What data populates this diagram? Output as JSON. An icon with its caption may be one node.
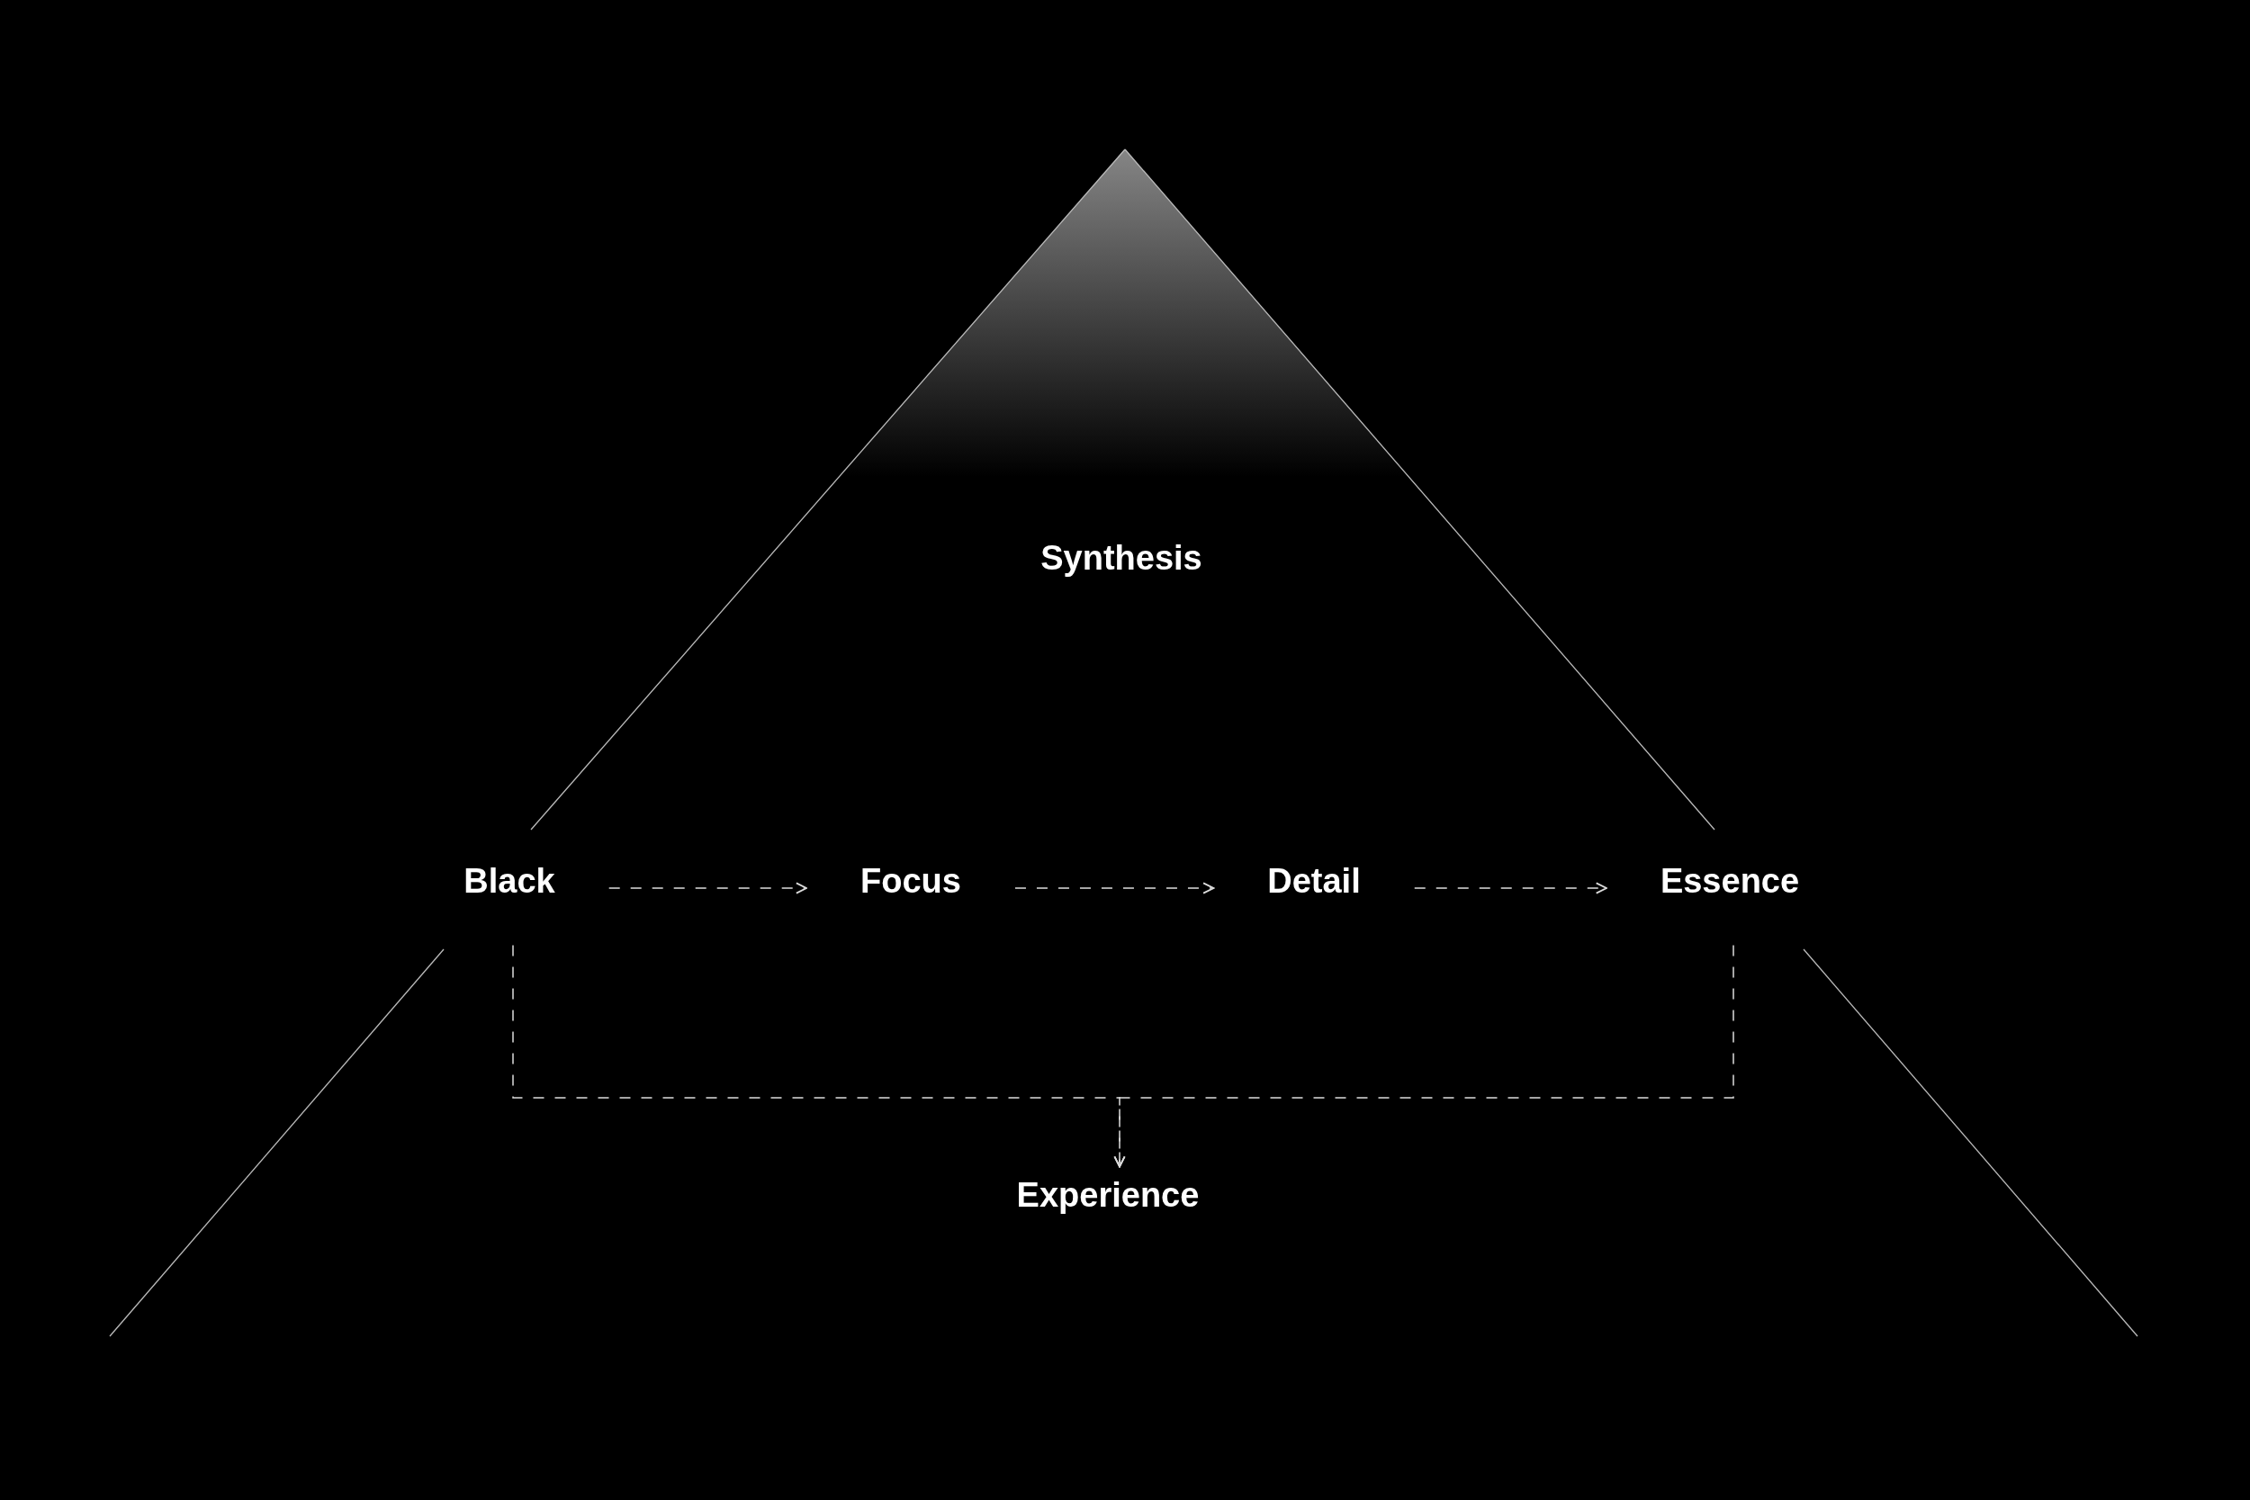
{
  "diagram": {
    "nodes": [
      {
        "text": [
          "Black"
        ]
      },
      {
        "text": [
          "Focus"
        ]
      },
      {
        "text": [
          "Detail"
        ]
      },
      {
        "text": [
          "Essence"
        ]
      },
      {
        "text": [
          "Experience"
        ]
      }
    ],
    "edges": [
      {
        "from": 0,
        "to": 1,
        "arrow": "to",
        "style": "dashed"
      },
      {
        "from": 1,
        "to": 2,
        "arrow": "to",
        "style": "dashed"
      },
      {
        "from": 2,
        "to": 3,
        "arrow": "to",
        "style": "dashed"
      },
      {
        "from": 0,
        "to": 4,
        "arrow": "to",
        "style": "dashed"
      },
      {
        "from": 3,
        "to": 4,
        "arrow": "to",
        "style": "dashed"
      }
    ],
    "labels": [
      "Synthesis"
    ]
  }
}
